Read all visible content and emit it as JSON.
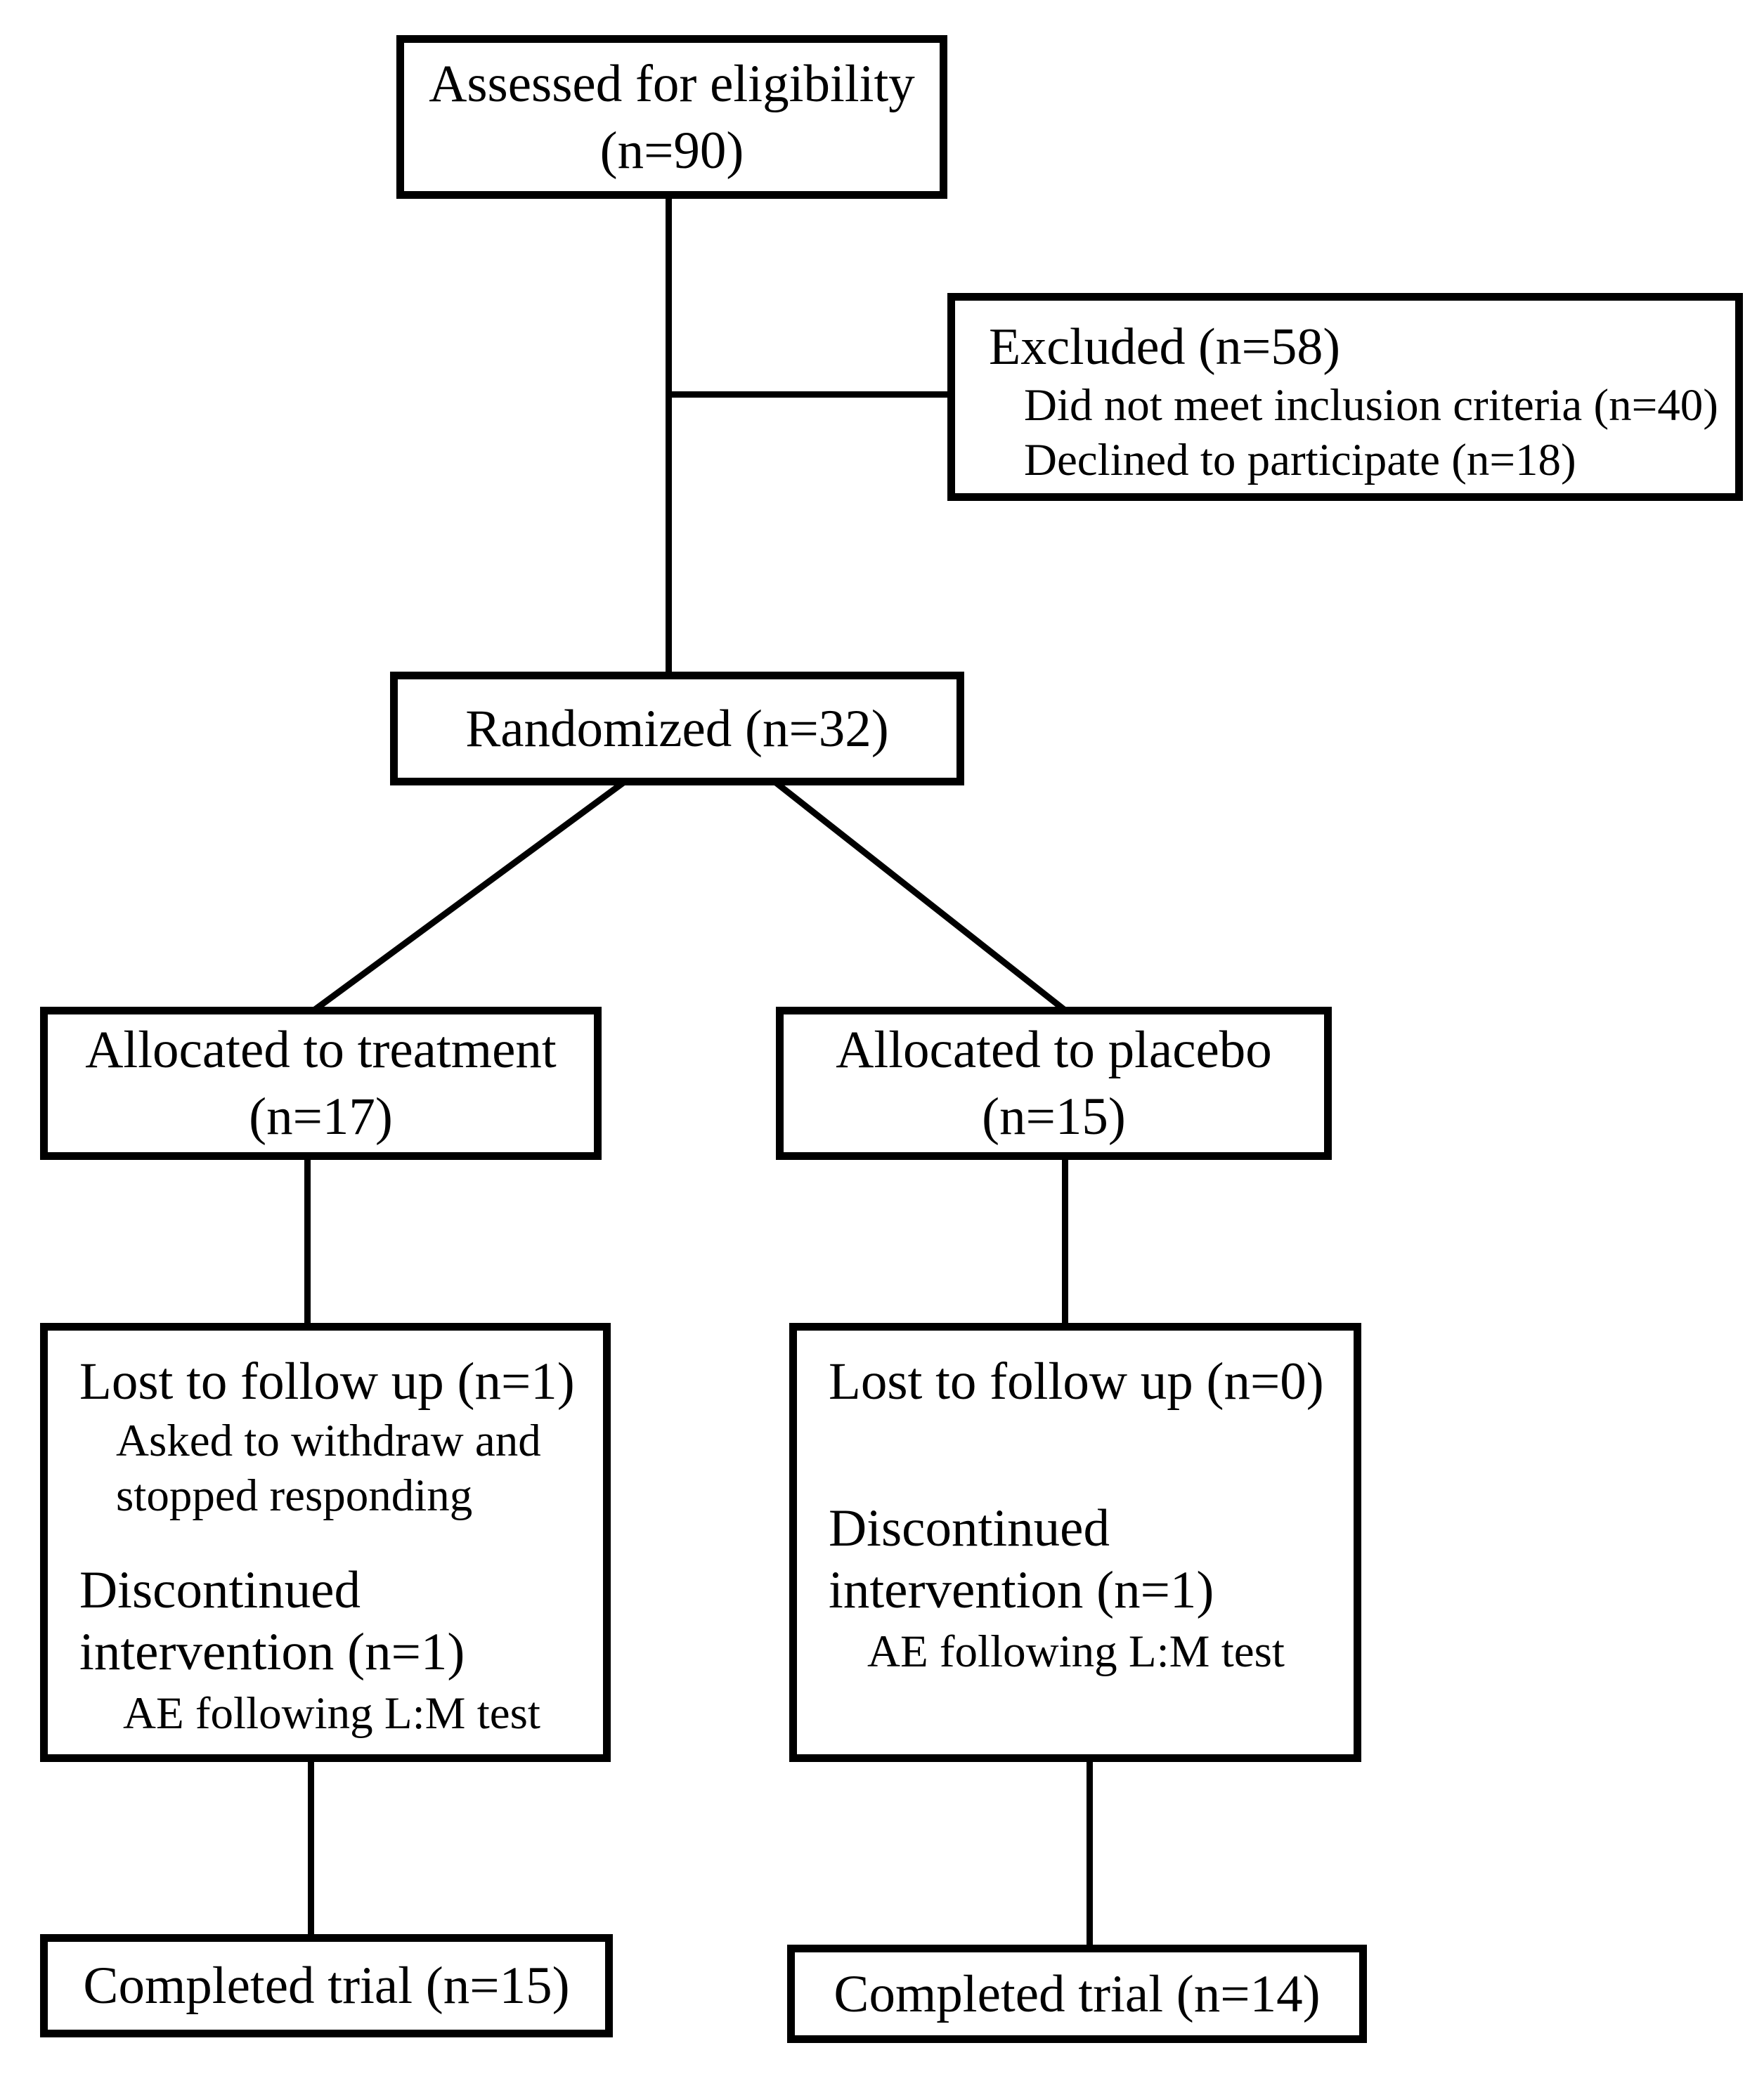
{
  "flowchart": {
    "assessed": {
      "title": "Assessed for eligibility",
      "count": "(n=90)"
    },
    "excluded": {
      "title": "Excluded (n=58)",
      "reasons": [
        "Did not meet inclusion criteria (n=40)",
        "Declined to participate (n=18)"
      ]
    },
    "randomized": {
      "title": "Randomized (n=32)"
    },
    "allocation": {
      "treatment": {
        "title": "Allocated to treatment",
        "count": "(n=17)"
      },
      "placebo": {
        "title": "Allocated to placebo",
        "count": "(n=15)"
      }
    },
    "followup": {
      "treatment": {
        "lost_title": "Lost to follow up (n=1)",
        "lost_reason_line1": "Asked to withdraw and",
        "lost_reason_line2": "stopped responding",
        "disc_line1": "Discontinued",
        "disc_line2": "intervention (n=1)",
        "disc_reason": "AE following L:M test"
      },
      "placebo": {
        "lost_title": "Lost to follow up (n=0)",
        "disc_line1": "Discontinued",
        "disc_line2": "intervention (n=1)",
        "disc_reason": "AE following L:M test"
      }
    },
    "completed": {
      "treatment": "Completed trial (n=15)",
      "placebo": "Completed trial (n=14)"
    },
    "colors": {
      "line": "#000000",
      "background": "#ffffff",
      "text": "#000000"
    }
  }
}
